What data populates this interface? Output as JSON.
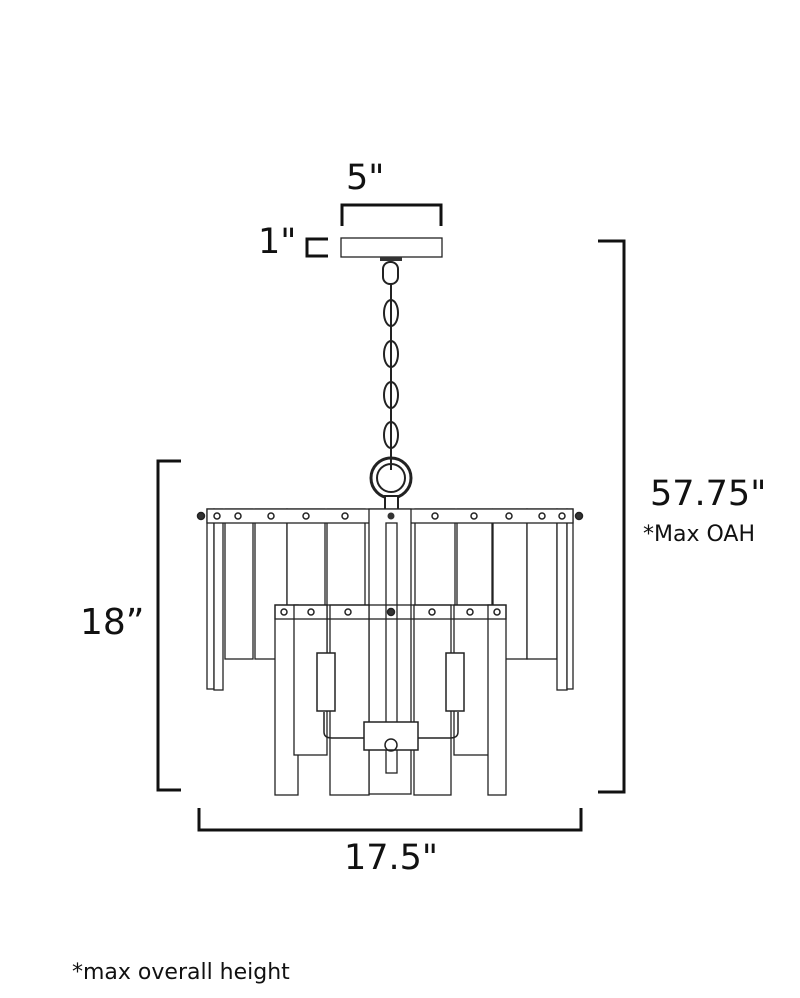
{
  "dimensions": {
    "canopy_width": "5\"",
    "canopy_height": "1\"",
    "fixture_height": "18”",
    "overall_height": "57.75\"",
    "overall_height_note": "*Max OAH",
    "fixture_width": "17.5\""
  },
  "footnote": "*max overall height",
  "colors": {
    "line": "#111111",
    "background": "#ffffff"
  }
}
